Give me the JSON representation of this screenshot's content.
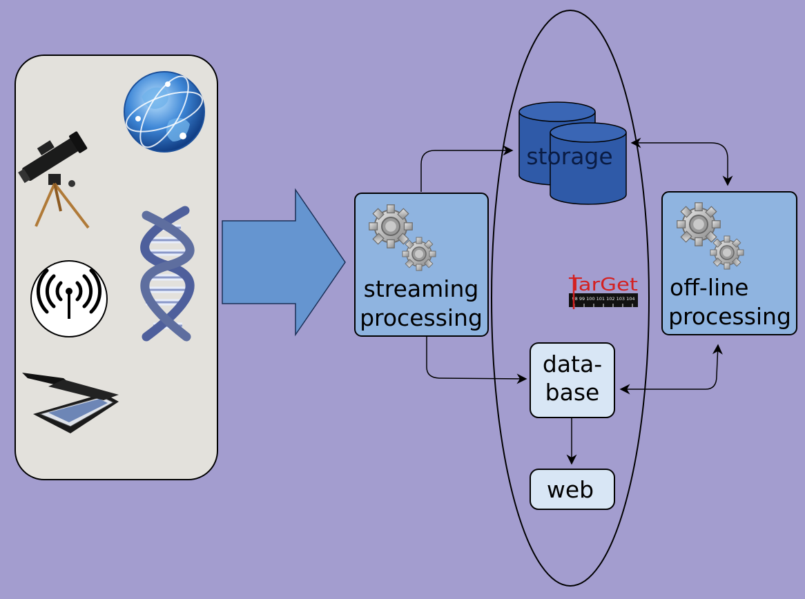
{
  "diagram": {
    "nodes": {
      "storage": {
        "label": "storage"
      },
      "streaming": {
        "line1": "streaming",
        "line2": "processing"
      },
      "offline": {
        "line1": "off-line",
        "line2": "processing"
      },
      "database": {
        "line1": "data-",
        "line2": "base"
      },
      "web": {
        "label": "web"
      }
    },
    "logo": {
      "text": "TarGet",
      "ruler_numbers": "98  99  100  101  102  103  104",
      "color": "#d42020"
    },
    "sources_panel": {
      "icons": [
        "telescope-icon",
        "globe-icon",
        "dna-icon",
        "antenna-icon",
        "scanner-icon"
      ]
    },
    "edges": [
      {
        "from": "streaming",
        "to": "storage",
        "style": "arrow"
      },
      {
        "from": "streaming",
        "to": "database",
        "style": "arrow"
      },
      {
        "from": "storage",
        "to": "offline",
        "style": "double-arrow"
      },
      {
        "from": "database",
        "to": "offline",
        "style": "double-arrow"
      },
      {
        "from": "database",
        "to": "web",
        "style": "arrow"
      }
    ],
    "colors": {
      "background": "#a39dcf",
      "panel": "#e3e1dc",
      "process_box": "#8fb4e0",
      "light_box": "#d8e6f5",
      "storage": "#2f5aa8",
      "big_arrow": "#6595d0"
    }
  }
}
